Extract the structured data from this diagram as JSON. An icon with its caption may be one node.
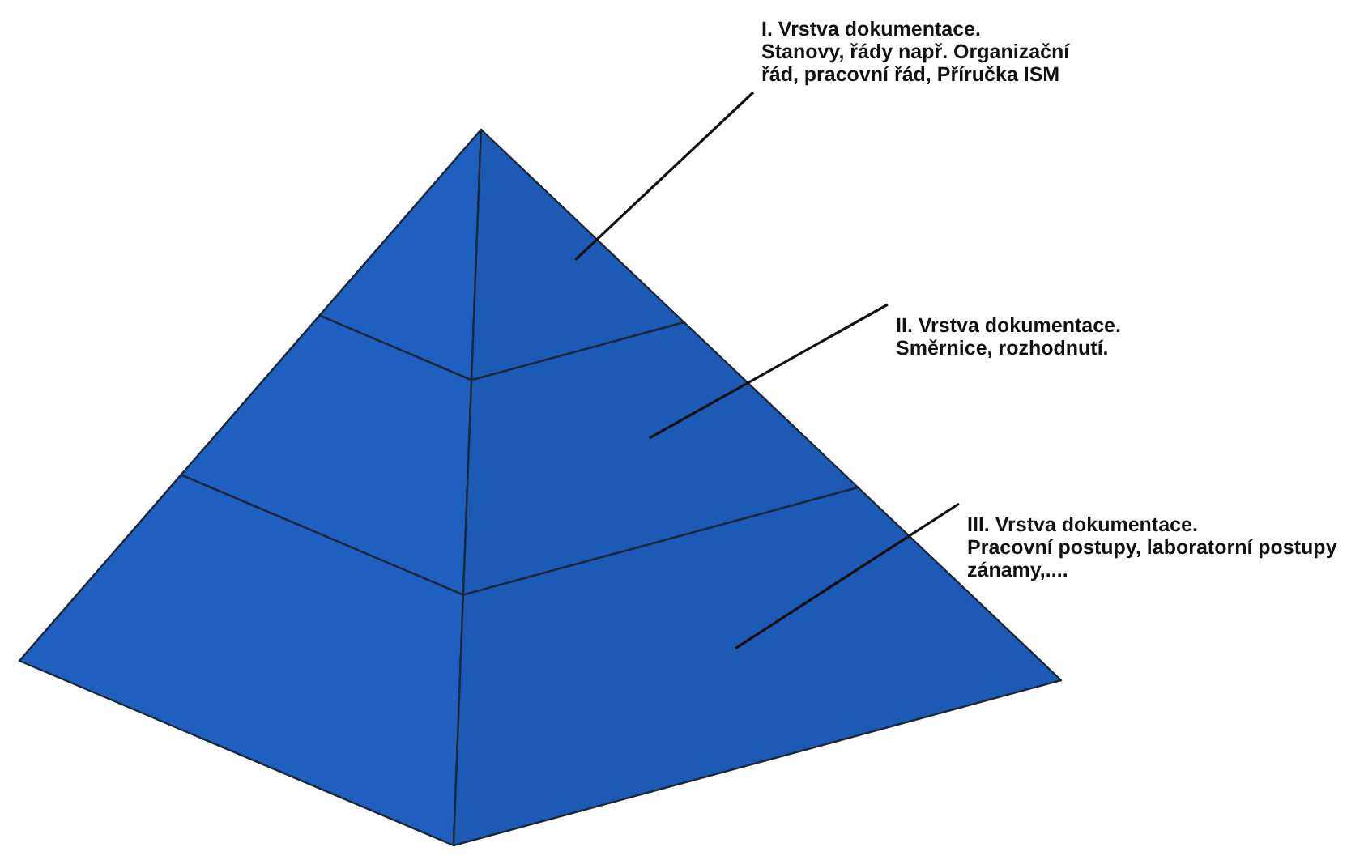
{
  "diagram": {
    "nodes": [
      {
        "text": [
          "I. Vrstva dokumentace.",
          "Stanovy, řády např. Organizační řád, pracovní řád, Příručka ISM"
        ]
      },
      {
        "text": [],
        "shape": "triangle"
      },
      {
        "text": [
          "II. Vrstva dokumentace.",
          "Směrnice, rozhodnutí."
        ]
      },
      {
        "text": [],
        "shape": "band"
      },
      {
        "text": [
          "III. Vrstva dokumentace.",
          "Pracovní postupy, laboratorní postupy zánamy,...."
        ]
      },
      {
        "text": [],
        "shape": "band"
      }
    ],
    "edges": [
      {
        "from": 0,
        "to": 1,
        "arrow": "none"
      },
      {
        "from": 2,
        "to": 3,
        "arrow": "none"
      },
      {
        "from": 4,
        "to": 5,
        "arrow": "none"
      }
    ]
  }
}
